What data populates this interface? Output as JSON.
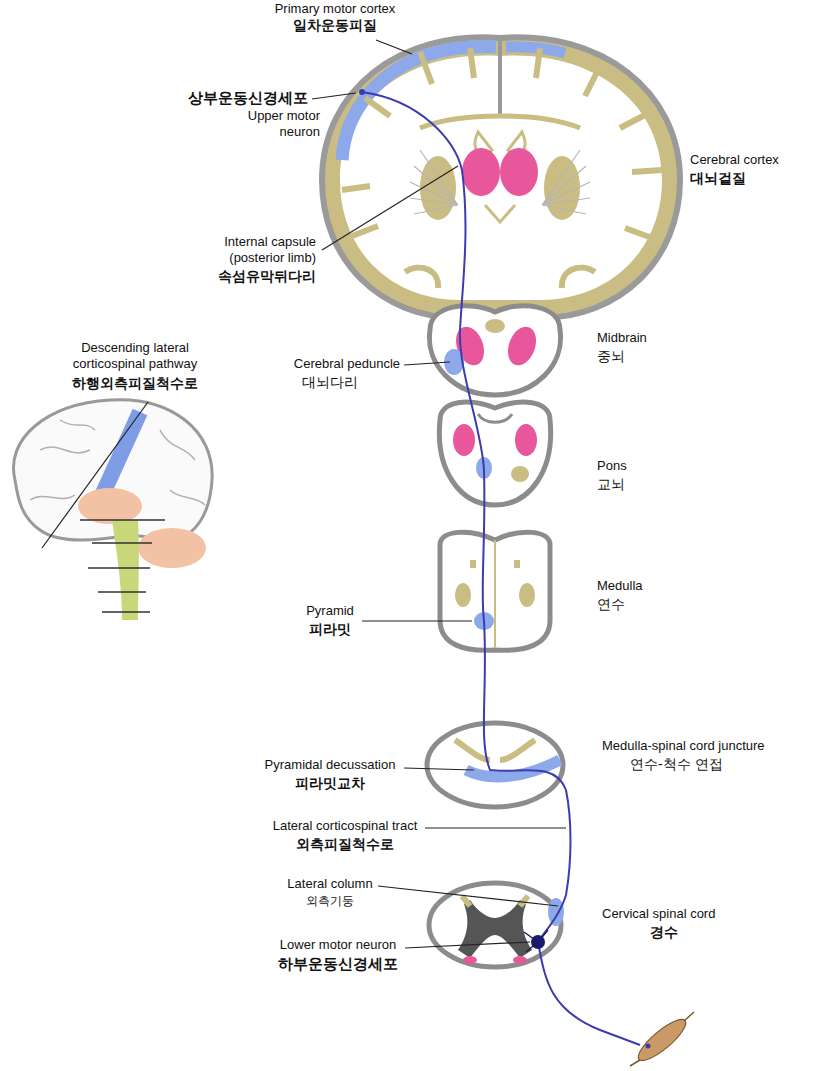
{
  "diagram": {
    "labels": [
      "Primary motor cortex",
      "일차운동피질",
      "상부운동신경세포",
      "Upper motor neuron",
      "Cerebral cortex",
      "대뇌겉질",
      "Internal capsule (posterior limb)",
      "속섬유막뒤다리",
      "Descending lateral corticospinal pathway",
      "하행외측피질척수로",
      "Midbrain",
      "중뇌",
      "Cerebral peduncle",
      "대뇌다리",
      "Pons",
      "교뇌",
      "Medulla",
      "연수",
      "Pyramid",
      "피라밋",
      "Pyramidal decussation",
      "피라밋교차",
      "Medulla-spinal cord juncture",
      "연수-척수 연접",
      "Lateral corticospinal tract",
      "외측피질척수로",
      "Lateral column",
      "외측기둥",
      "Cervical spinal cord",
      "경수",
      "Lower motor neuron",
      "하부운동신경세포"
    ]
  }
}
